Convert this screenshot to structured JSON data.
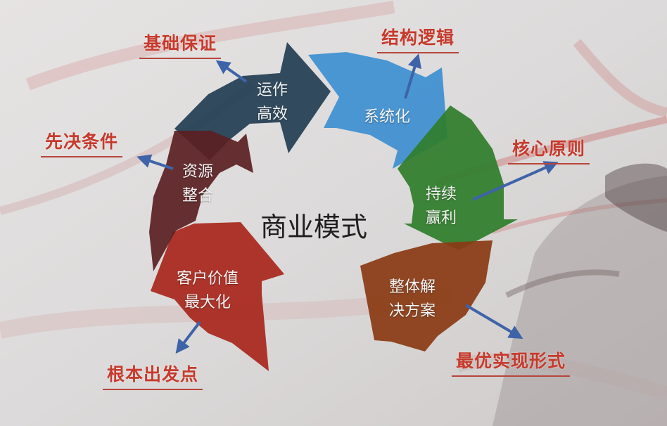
{
  "center_title": "商业模式",
  "segments": [
    {
      "id": "operation",
      "line1": "运作",
      "line2": "高效",
      "color": "#223d52"
    },
    {
      "id": "system",
      "line1": "系统化",
      "line2": "",
      "color": "#3d8fd0"
    },
    {
      "id": "profit",
      "line1": "持续",
      "line2": "赢利",
      "color": "#2f7d2a"
    },
    {
      "id": "solution",
      "line1": "整体解",
      "line2": "决方案",
      "color": "#8a3a12"
    },
    {
      "id": "customer",
      "line1": "客户价值",
      "line2": "最大化",
      "color": "#a8261c"
    },
    {
      "id": "resource",
      "line1": "资源",
      "line2": "整合",
      "color": "#5a1f22"
    }
  ],
  "outer_labels": {
    "foundation": "基础保证",
    "logic": "结构逻辑",
    "core": "核心原则",
    "best_form": "最优实现形式",
    "starting_point": "根本出发点",
    "prerequisite": "先决条件"
  },
  "colors": {
    "label_red": "#c63a2c",
    "arrow_blue": "#3f63a8"
  }
}
